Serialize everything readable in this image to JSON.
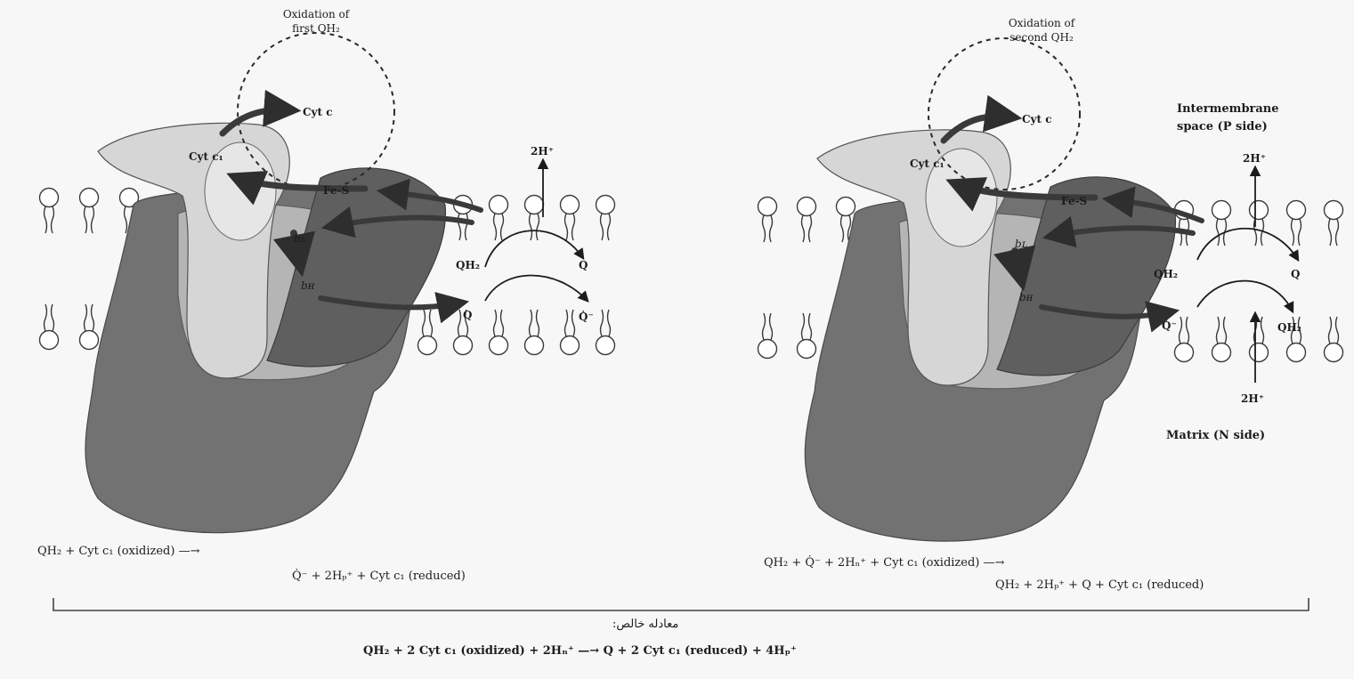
{
  "left_panel": {
    "title_line1": "Oxidation of",
    "title_line2": "first QH₂",
    "labels": {
      "cyt_c": "Cyt c",
      "cyt_c1": "Cyt c₁",
      "fes": "Fe-S",
      "bl": "bʟ",
      "bh": "bʜ",
      "qh2": "QH₂",
      "q_top": "Q",
      "q_bottom": "Q",
      "q_radical": "Q̇⁻",
      "two_h_out": "2H⁺"
    },
    "eq_line1": "QH₂ + Cyt c₁ (oxidized)  —→",
    "eq_line2": "Q̇⁻ + 2Hₚ⁺ + Cyt c₁ (reduced)"
  },
  "right_panel": {
    "title_line1": "Oxidation of",
    "title_line2": "second QH₂",
    "labels": {
      "cyt_c": "Cyt c",
      "cyt_c1": "Cyt c₁",
      "fes": "Fe-S",
      "bl": "bʟ",
      "bh": "bʜ",
      "qh2_top": "QH₂",
      "q_top": "Q",
      "q_radical": "Q̇⁻",
      "qh2_bottom": "QH₂",
      "two_h_out": "2H⁺",
      "two_h_in": "2H⁺"
    },
    "side_p_line1": "Intermembrane",
    "side_p_line2": "space (P side)",
    "side_n": "Matrix (N side)",
    "eq_line1": "QH₂ + Q̇⁻ + 2Hₙ⁺ + Cyt c₁ (oxidized)  —→",
    "eq_line2": "QH₂ + 2Hₚ⁺ + Q + Cyt c₁ (reduced)"
  },
  "net": {
    "label": "معادله خالص:",
    "equation": "QH₂ + 2 Cyt c₁ (oxidized) + 2Hₙ⁺  —→  Q + 2 Cyt c₁ (reduced) + 4Hₚ⁺"
  },
  "colors": {
    "background": "#f7f7f7",
    "protein_dark": "#6f6f6f",
    "protein_mid": "#9a9a9a",
    "protein_light": "#cdcdcd",
    "protein_pale": "#e2e2e2",
    "arrow": "#3a3a3a"
  }
}
